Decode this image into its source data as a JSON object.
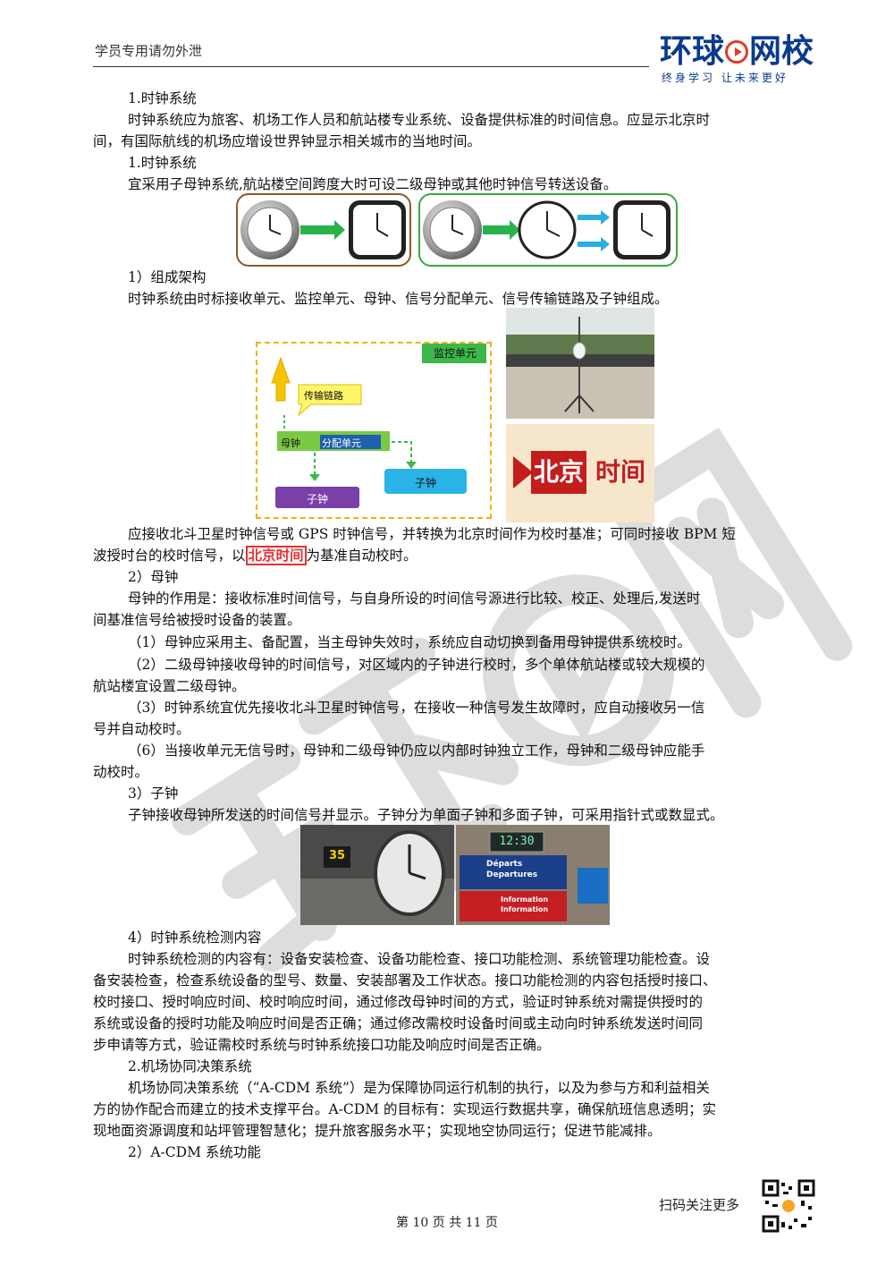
{
  "header": {
    "notice": "学员专用请勿外泄",
    "logo_main": "环球网校",
    "logo_sub": "终身学习 让未来更好"
  },
  "watermark": "环球网校",
  "lines": {
    "l1": "1.时钟系统",
    "l2": "时钟系统应为旅客、机场工作人员和航站楼专业系统、设备提供标准的时间信息。应显示北京时",
    "l3": "间，有国际航线的机场应增设世界钟显示相关城市的当地时间。",
    "l4": "1.时钟系统",
    "l5": "宜采用子母钟系统,航站楼空间跨度大时可设二级母钟或其他时钟信号转送设备。",
    "l6": "1）组成架构",
    "l7": "时钟系统由时标接收单元、监控单元、母钟、信号分配单元、信号传输链路及子钟组成。",
    "l8": "应接收北斗卫星时钟信号或 GPS 时钟信号，并转换为北京时间作为校时基准；可同时接收 BPM 短",
    "l9_pre": "波授时台的校时信号，以",
    "l9_hl": "北京时间",
    "l9_post": "为基准自动校时。",
    "l10": "2）母钟",
    "l11": "母钟的作用是：接收标准时间信号，与自身所设的时间信号源进行比较、校正、处理后,发送时",
    "l12": "间基准信号给被授时设备的装置。",
    "l13": "（1）母钟应采用主、备配置，当主母钟失效时，系统应自动切换到备用母钟提供系统校时。",
    "l14": "（2）二级母钟接收母钟的时间信号，对区域内的子钟进行校时，多个单体航站楼或较大规模的",
    "l15": "航站楼宜设置二级母钟。",
    "l16": "（3）时钟系统宜优先接收北斗卫星时钟信号，在接收一种信号发生故障时，应自动接收另一信",
    "l17": "号并自动校时。",
    "l18": "（6）当接收单元无信号时，母钟和二级母钟仍应以内部时钟独立工作，母钟和二级母钟应能手",
    "l19": "动校时。",
    "l20": "3）子钟",
    "l21": "子钟接收母钟所发送的时间信号并显示。子钟分为单面子钟和多面子钟，可采用指针式或数显式。",
    "l22": "4）时钟系统检测内容",
    "l23": "时钟系统检测的内容有：设备安装检查、设备功能检查、接口功能检测、系统管理功能检查。设",
    "l24": "备安装检查，检查系统设备的型号、数量、安装部署及工作状态。接口功能检测的内容包括授时接口、",
    "l25": "校时接口、授时响应时间、校时响应时间，通过修改母钟时间的方式，验证时钟系统对需提供授时的",
    "l26": "系统或设备的授时功能及响应时间是否正确；通过修改需校时设备时间或主动向时钟系统发送时间同",
    "l27": "步申请等方式，验证需校时系统与时钟系统接口功能及响应时间是否正确。",
    "l28": "2.机场协同决策系统",
    "l29": "机场协同决策系统（“A-CDM 系统”）是为保障协同运行机制的执行，以及为参与方和利益相关",
    "l30": "方的协作配合而建立的技术支撑平台。A-CDM 的目标有：实现运行数据共享，确保航班信息透明；实",
    "l31": "现地面资源调度和站坪管理智慧化；提升旅客服务水平；实现地空协同运行；促进节能减排。",
    "l32": "2）A-CDM 系统功能"
  },
  "diagram": {
    "monitor": "监控单元",
    "link": "传输链路",
    "master": "母钟",
    "dist": "分配单元",
    "slave_right": "子钟",
    "slave_bottom": "子钟"
  },
  "bj_logo": {
    "part1": "北京",
    "part2": "时间"
  },
  "airport_photo": {
    "gate": "35",
    "digital_time": "12:30",
    "departs": "Départs",
    "departures": "Departures",
    "info1": "Information",
    "info2": "Information"
  },
  "footer": {
    "qr_text": "扫码关注更多",
    "page": "第 10 页 共 11 页"
  }
}
